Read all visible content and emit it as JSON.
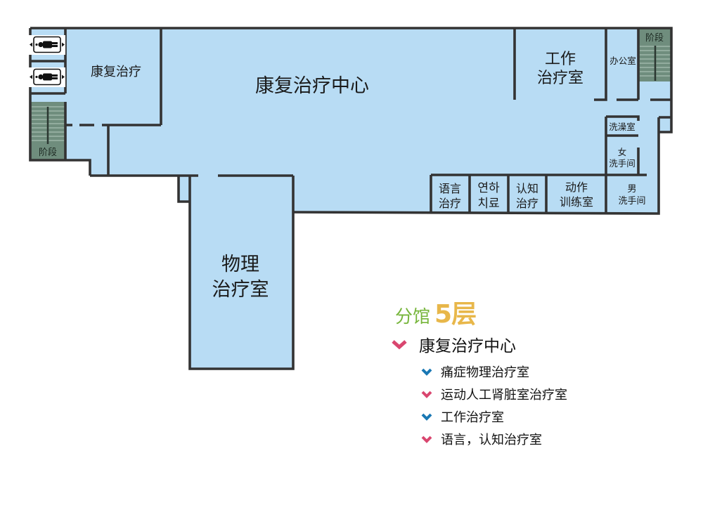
{
  "floor": {
    "building": "分馆",
    "level": "5层"
  },
  "rooms": {
    "rehab_therapy": "康复治疗",
    "rehab_center": "康复治疗中心",
    "occupational_therapy": [
      "工作",
      "治疗室"
    ],
    "office": "办公室",
    "stairs_left": "阶段",
    "stairs_right": "阶段",
    "shower_room": "洗澡室",
    "female_restroom": [
      "女",
      "洗手间"
    ],
    "male_restroom": [
      "男",
      "洗手间"
    ],
    "speech_therapy": [
      "语言",
      "治疗"
    ],
    "swallowing_therapy": [
      "연하",
      "치료"
    ],
    "cognitive_therapy": [
      "认知",
      "治疗"
    ],
    "motor_training": [
      "动作",
      "训练室"
    ],
    "physical_therapy": [
      "物理",
      "治疗室"
    ]
  },
  "icons": {
    "elevators": [
      "stretcher-elevator-icon",
      "stretcher-elevator-icon"
    ]
  },
  "legend": {
    "title": "康复治疗中心",
    "title_chevron_color": "#d9466f",
    "items": [
      {
        "label": "痛症物理治疗室",
        "chevron_color": "#1a78b4"
      },
      {
        "label": "运动人工肾脏室治疗室",
        "chevron_color": "#d9466f"
      },
      {
        "label": "工作治疗室",
        "chevron_color": "#1a78b4"
      },
      {
        "label": "语言，认知治疗室",
        "chevron_color": "#d9466f"
      }
    ]
  },
  "colors": {
    "room_fill": "#b8dcf4",
    "wall": "#333333",
    "stairs": "#6f8d7d",
    "building_text": "#76b53a",
    "level_text": "#e8b74a",
    "chevron_pink": "#d9466f",
    "chevron_blue": "#1a78b4"
  }
}
